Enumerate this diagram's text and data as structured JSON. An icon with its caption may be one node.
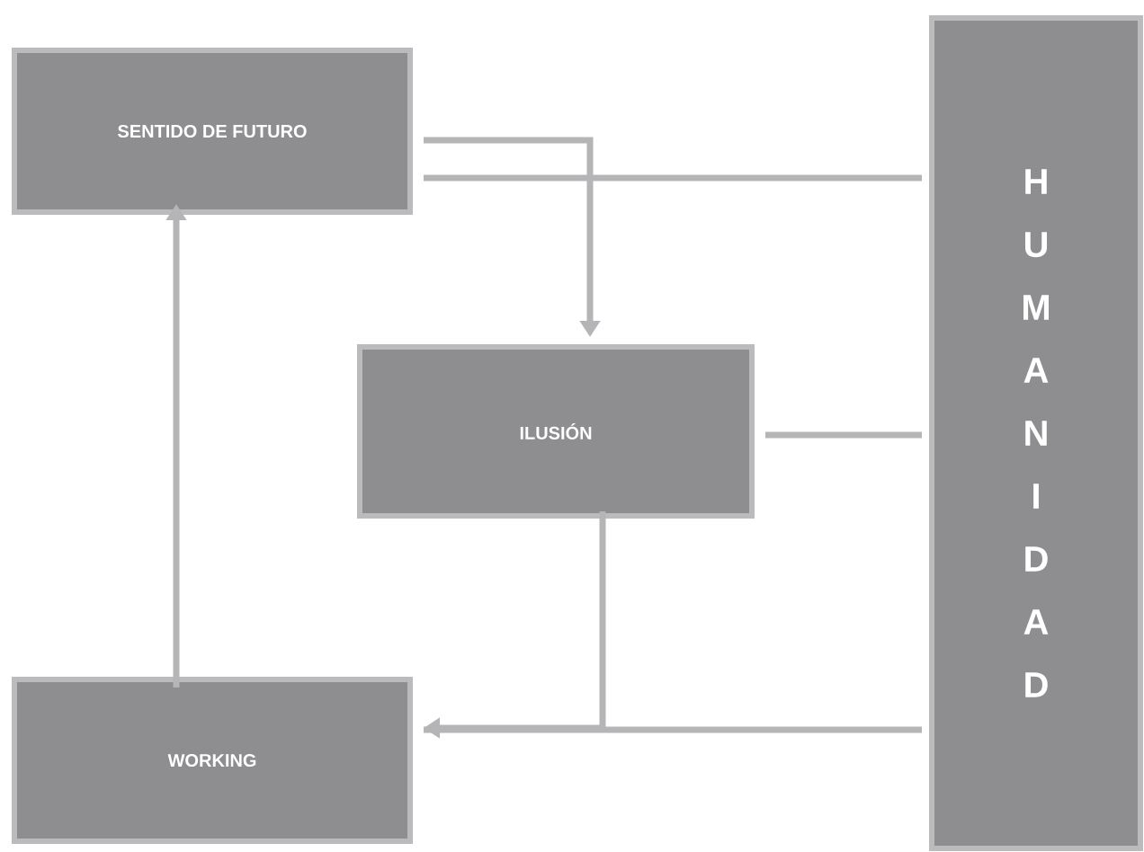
{
  "diagram": {
    "nodes": [
      {
        "text": [
          "SENTIDO DE FUTURO"
        ]
      },
      {
        "text": [
          "ILUSIÓN"
        ]
      },
      {
        "text": [
          "WORKING"
        ]
      },
      {
        "text": [
          "HUMANIDAD"
        ]
      }
    ],
    "edges": [
      {
        "from": 0,
        "to": 1,
        "arrow": "to"
      },
      {
        "from": 1,
        "to": 2,
        "arrow": "to"
      },
      {
        "from": 2,
        "to": 0,
        "arrow": "to"
      },
      {
        "from": 0,
        "to": 3,
        "arrow": "none"
      },
      {
        "from": 1,
        "to": 3,
        "arrow": "none"
      },
      {
        "from": 2,
        "to": 3,
        "arrow": "none"
      }
    ]
  }
}
